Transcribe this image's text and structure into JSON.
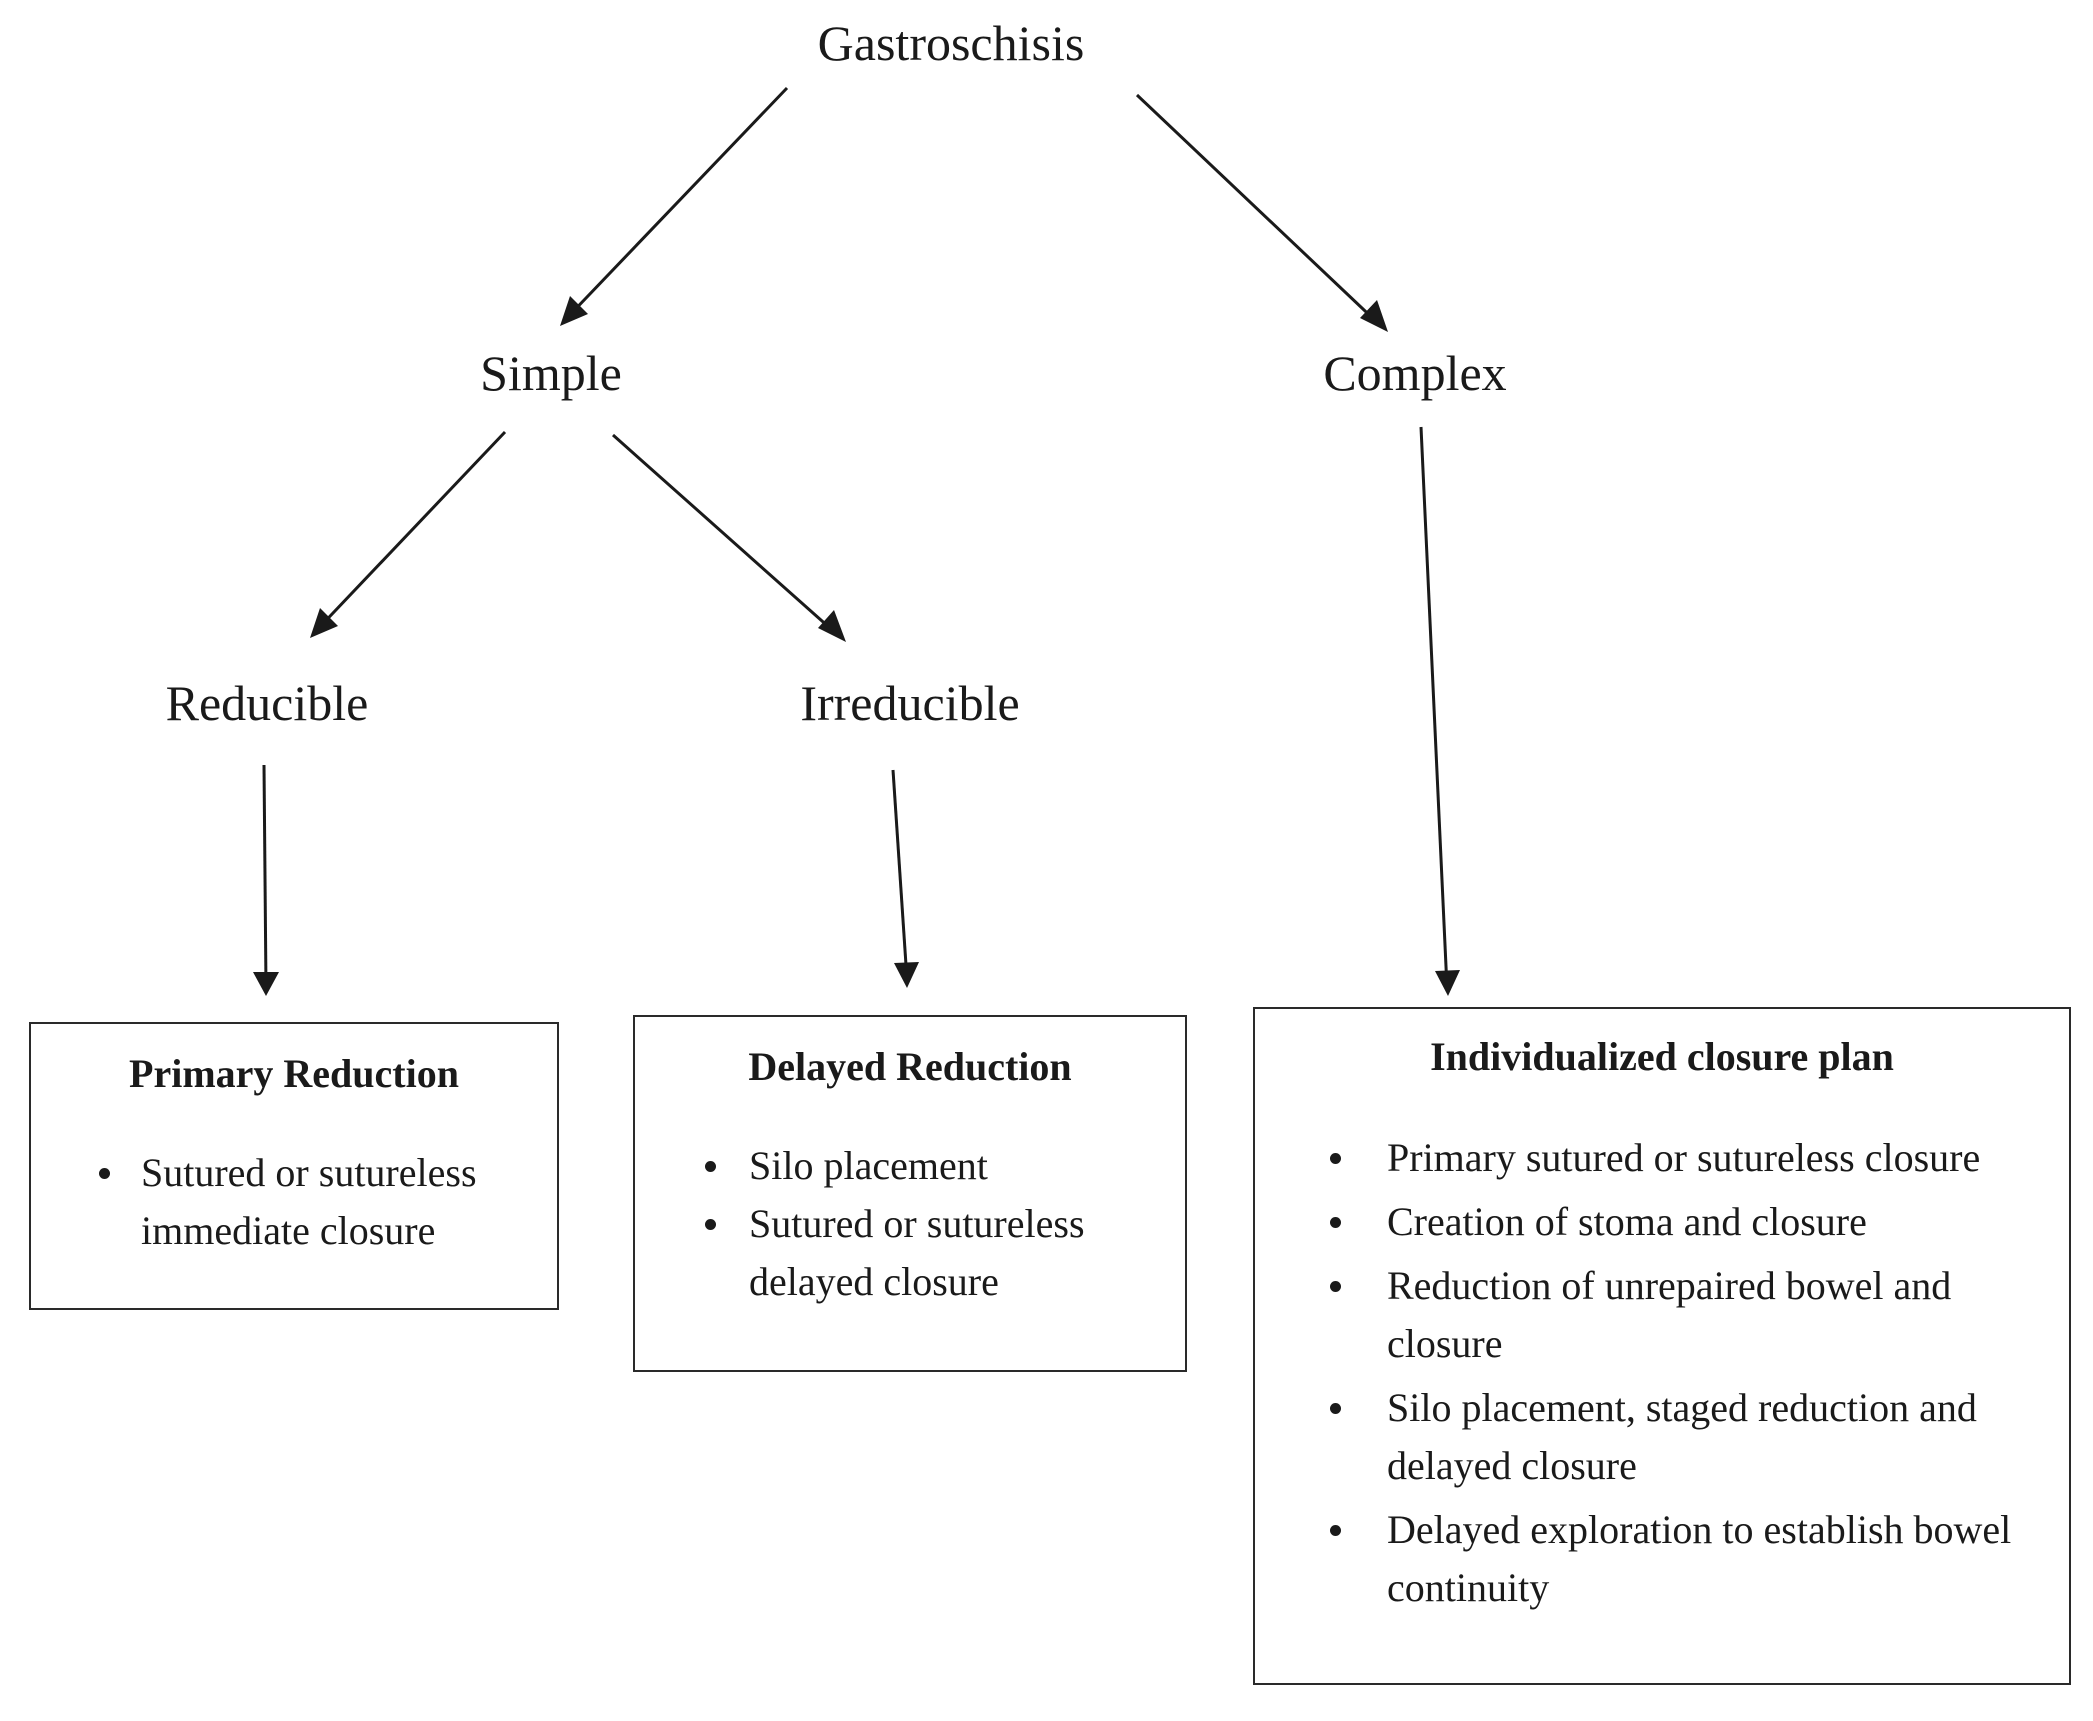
{
  "nodes": {
    "root": "Gastroschisis",
    "simple": "Simple",
    "complex": "Complex",
    "reducible": "Reducible",
    "irreducible": "Irreducible"
  },
  "boxes": {
    "primary": {
      "title": "Primary Reduction",
      "items": [
        "Sutured or sutureless immediate closure"
      ]
    },
    "delayed": {
      "title": "Delayed Reduction",
      "items": [
        "Silo placement",
        "Sutured or sutureless delayed closure"
      ]
    },
    "individualized": {
      "title": "Individualized closure plan",
      "items": [
        "Primary sutured or sutureless closure",
        "Creation of stoma and closure",
        "Reduction of unrepaired bowel and closure",
        "Silo placement, staged reduction and delayed closure",
        "Delayed exploration to establish bowel continuity"
      ]
    }
  }
}
